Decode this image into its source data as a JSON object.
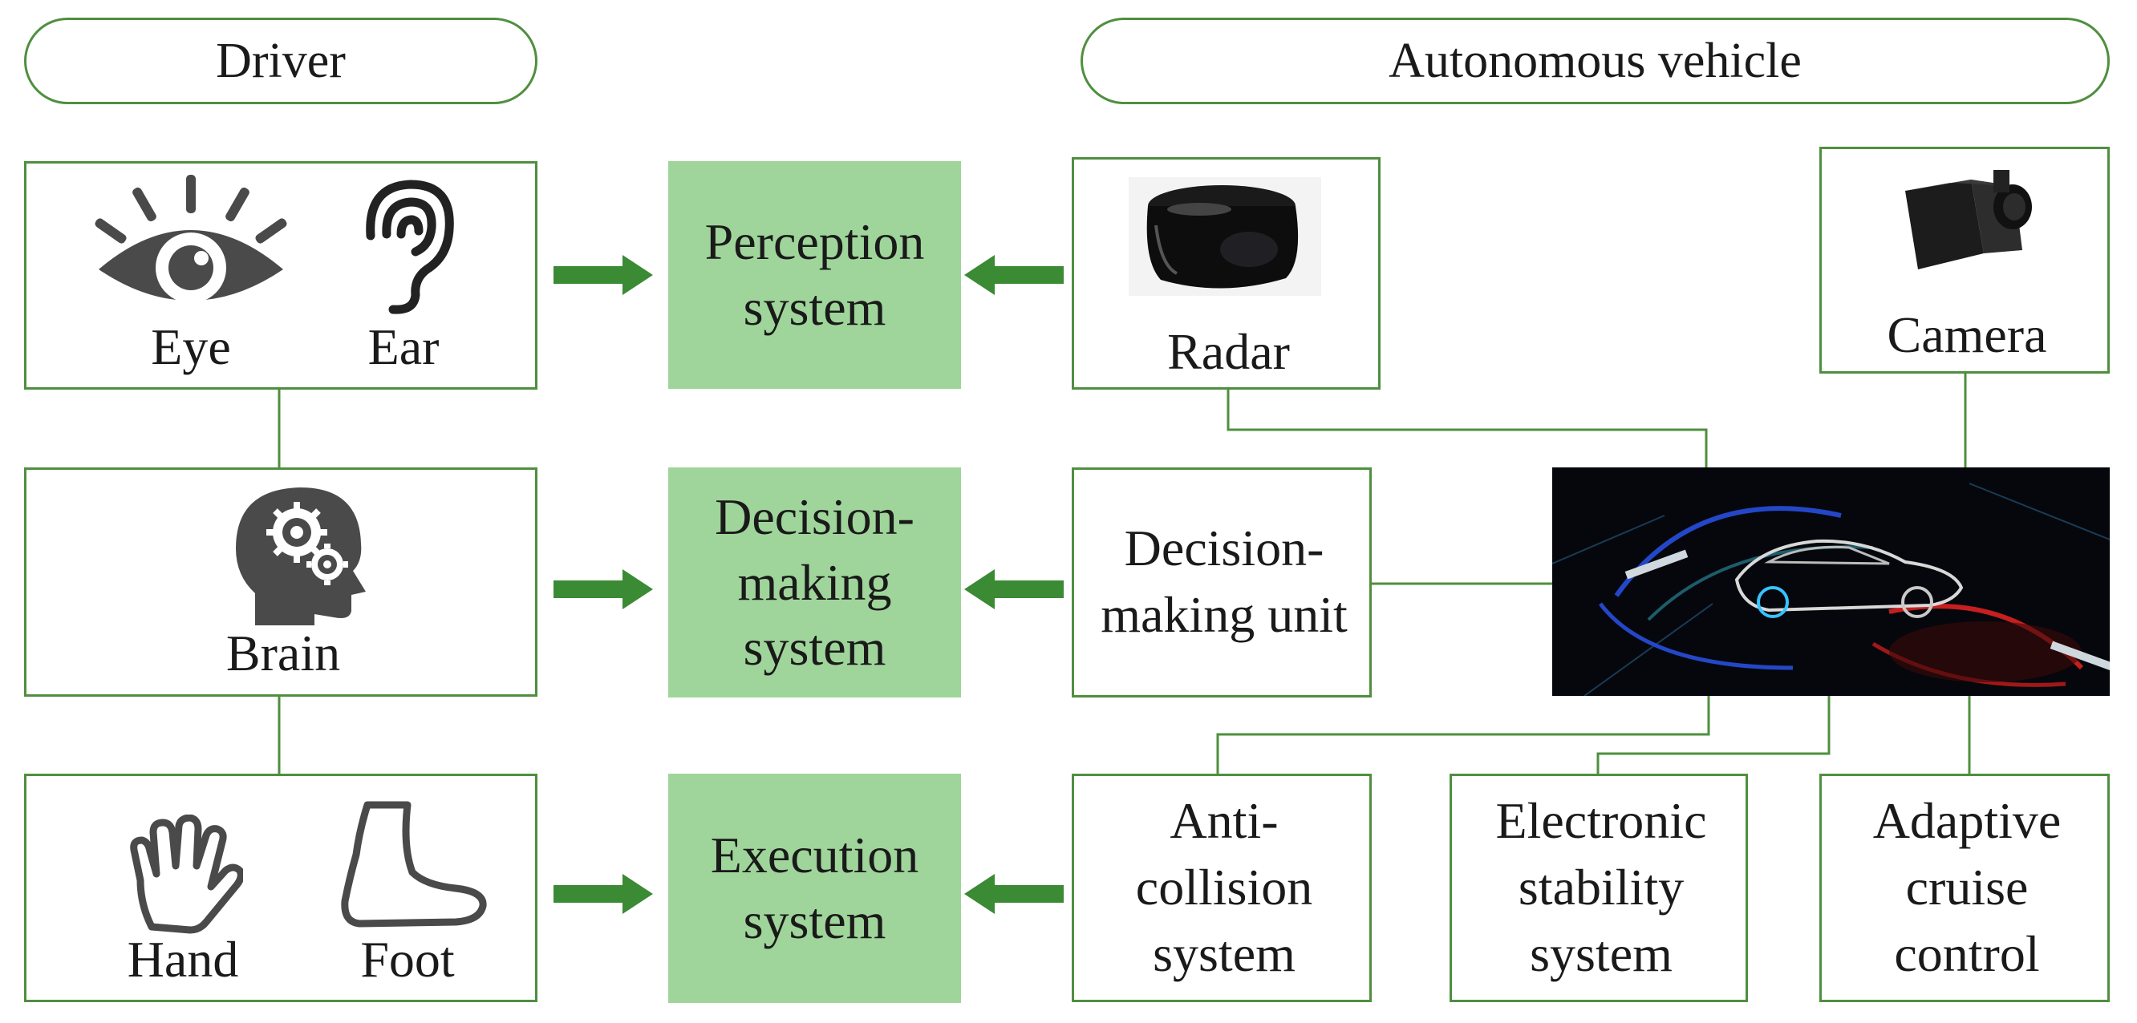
{
  "headers": {
    "driver": "Driver",
    "vehicle": "Autonomous vehicle"
  },
  "driver": {
    "eye": "Eye",
    "ear": "Ear",
    "brain": "Brain",
    "hand": "Hand",
    "foot": "Foot"
  },
  "systems": {
    "perception": "Perception\nsystem",
    "decision": "Decision-\nmaking\nsystem",
    "execution": "Execution\nsystem"
  },
  "vehicle": {
    "radar": "Radar",
    "camera": "Camera",
    "decision_unit": "Decision-\nmaking unit",
    "anti_collision": "Anti-\ncollision\nsystem",
    "electronic_stability": "Electronic\nstability\nsystem",
    "adaptive_cruise": "Adaptive\ncruise\ncontrol"
  },
  "colors": {
    "border_green": "#4f8f3f",
    "system_fill": "#9fd59a",
    "arrow_green": "#3b8a34",
    "icon_gray": "#4a4a4a"
  }
}
